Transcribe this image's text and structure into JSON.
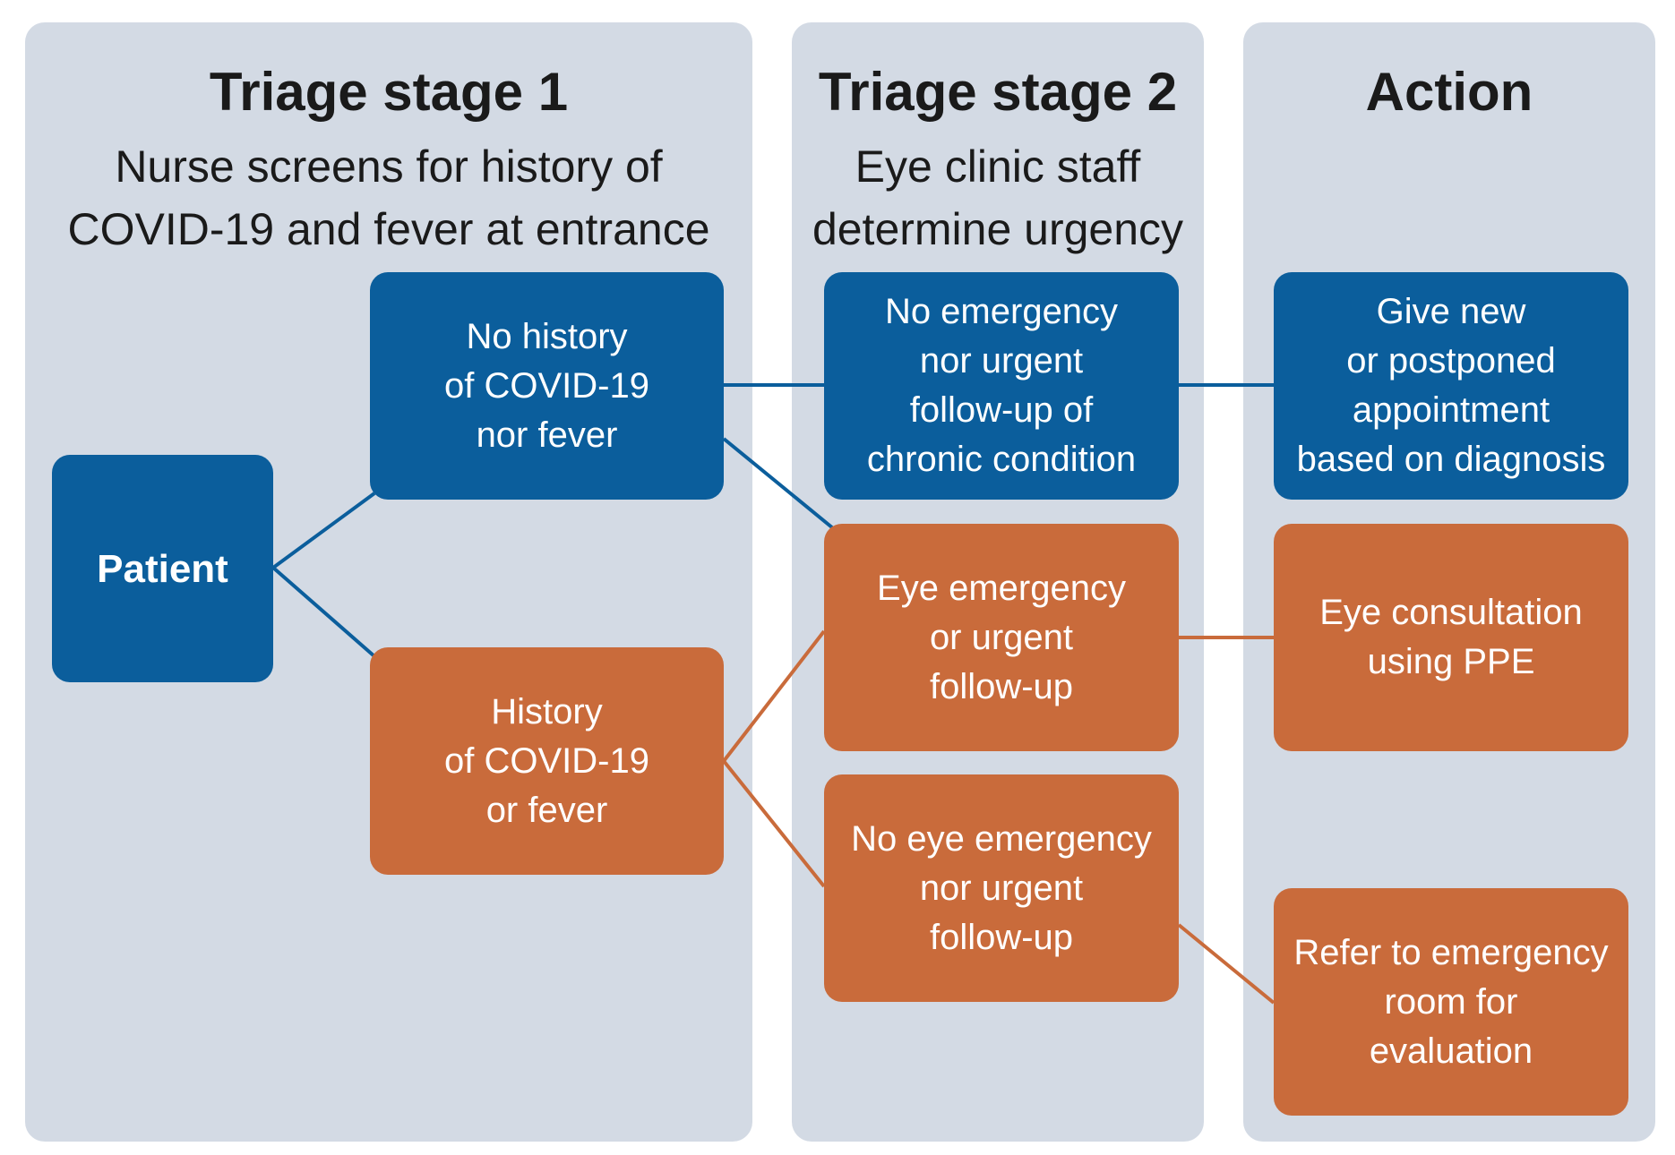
{
  "columns": {
    "stage1": {
      "title": "Triage stage 1",
      "subtitle": "Nurse screens for history of\nCOVID-19 and fever at entrance"
    },
    "stage2": {
      "title": "Triage stage 2",
      "subtitle": "Eye clinic staff\ndetermine urgency"
    },
    "action": {
      "title": "Action",
      "subtitle": ""
    }
  },
  "nodes": {
    "patient": "Patient",
    "no_history": "No history\nof COVID-19\nnor fever",
    "history": "History\nof COVID-19\nor fever",
    "no_emergency_chronic": "No emergency\nnor urgent\nfollow-up of\nchronic condition",
    "eye_emergency": "Eye emergency\nor urgent\nfollow-up",
    "no_eye_emergency": "No eye emergency\nnor urgent\nfollow-up",
    "give_appointment": "Give new\nor postponed\nappointment\nbased on diagnosis",
    "eye_consultation": "Eye consultation\nusing PPE",
    "refer_emergency": "Refer to emergency\nroom for\nevaluation"
  },
  "colors": {
    "blue": "#0b5e9c",
    "orange": "#c96b3b",
    "panel": "#d3dae4"
  }
}
